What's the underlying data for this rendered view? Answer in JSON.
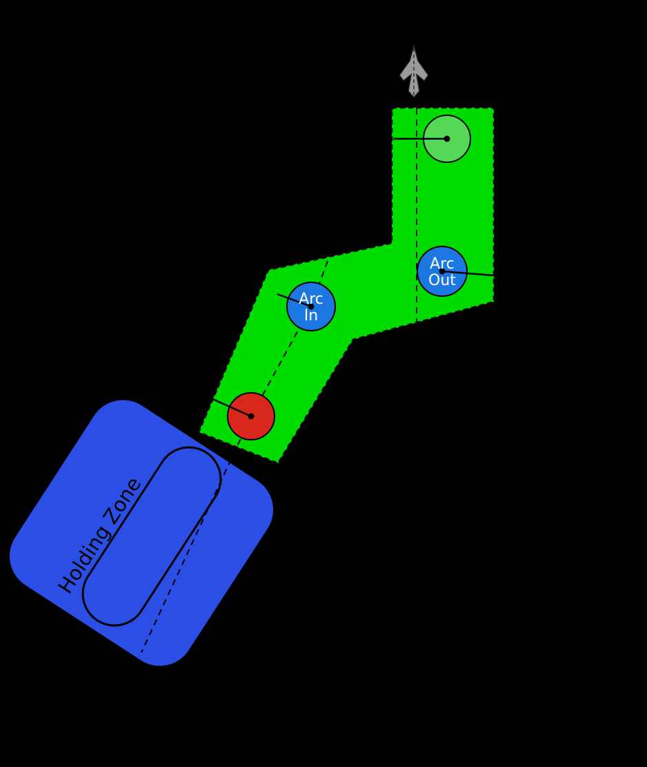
{
  "diagram": {
    "waypoints": {
      "arc_in": {
        "line1": "Arc",
        "line2": "In"
      },
      "arc_out": {
        "line1": "Arc",
        "line2": "Out"
      }
    },
    "holding_zone_label": "Holding Zone",
    "colors": {
      "background": "#000000",
      "corridor_green": "#00db00",
      "entry_circle_green": "#55d855",
      "waypoint_blue": "#1c78e0",
      "alert_red": "#d8281e",
      "holding_zone_blue": "#2b4fe4",
      "aircraft_gray": "#9a9a9a",
      "line_black": "#000000",
      "waypoint_text": "#ffffff"
    }
  }
}
